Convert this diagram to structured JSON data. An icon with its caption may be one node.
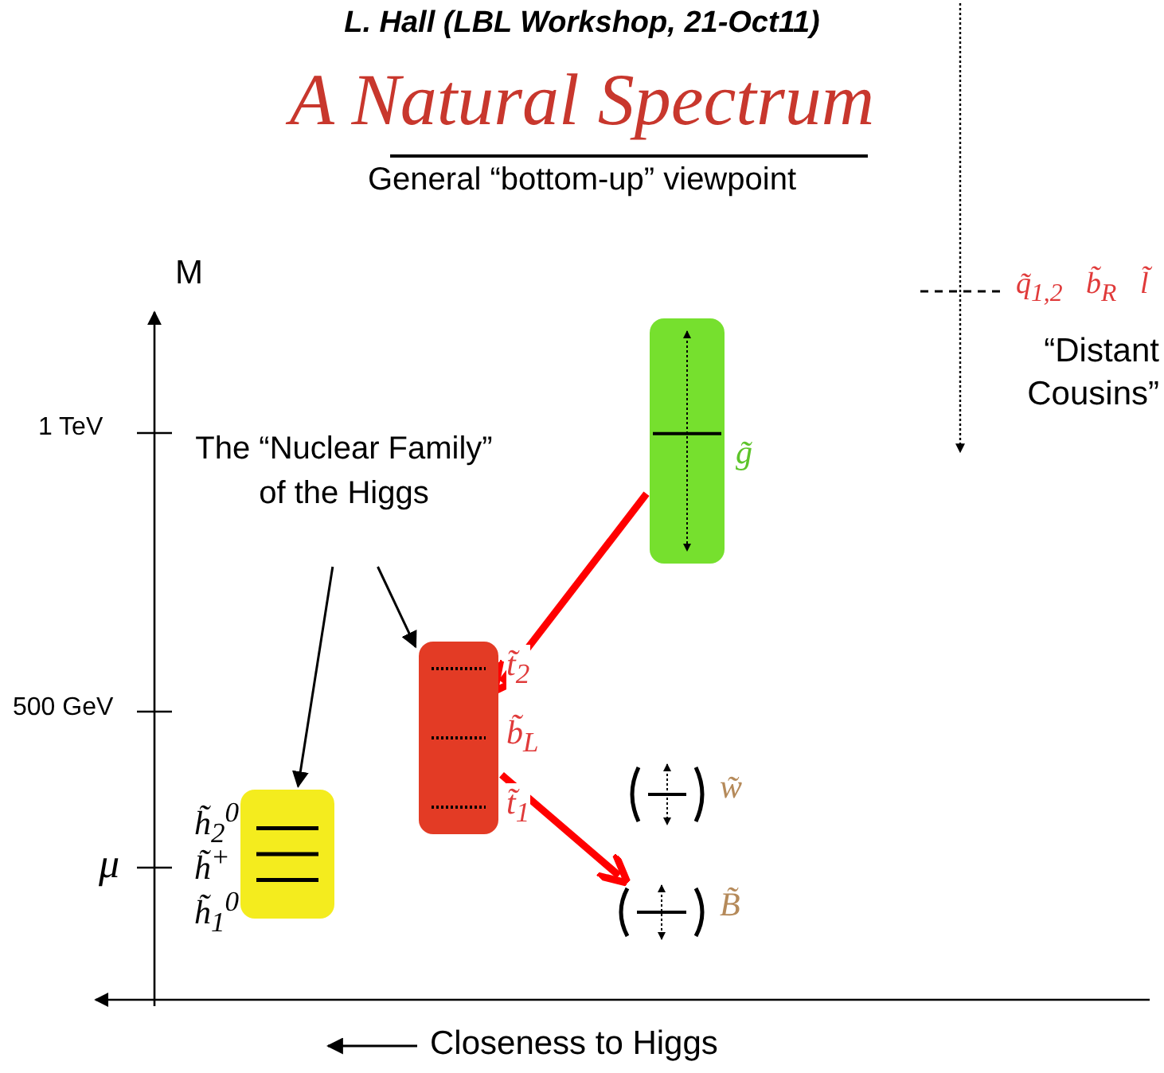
{
  "diagram": {
    "title": "A Natural Spectrum",
    "nodes": [
      {
        "text": [
          "The “Nuclear Family” of the Higgs"
        ]
      },
      {
        "text": [],
        "shape": "box",
        "beside": [
          "h̃$_{2}$$^{0}$",
          "h̃$^{+}$",
          "h̃$_{1}$$^{0}$"
        ]
      },
      {
        "text": [],
        "shape": "box",
        "beside": [
          "t̃$_{2}$",
          "b̃$_{L}$",
          "t̃$_{1}$"
        ]
      },
      {
        "text": [],
        "shape": "box",
        "beside": [
          "g̃"
        ]
      },
      {
        "text": [],
        "shape": "picture",
        "beside": [
          "w̃"
        ]
      },
      {
        "text": [],
        "shape": "picture",
        "beside": [
          "B̃"
        ]
      }
    ],
    "edges": [
      {
        "from": 0,
        "to": 1,
        "arrow": "to"
      },
      {
        "from": 0,
        "to": 2,
        "arrow": "to"
      },
      {
        "from": 3,
        "to": 2,
        "arrow": "to",
        "style": "thick",
        "color": "#ff0000"
      },
      {
        "from": 2,
        "to": 5,
        "arrow": "to",
        "style": "thick",
        "color": "#ff0000"
      }
    ],
    "labels": [
      "L. Hall (LBL Workshop, 21-Oct11)",
      "General “bottom-up” viewpoint",
      "M",
      "q̃$_{1,2}$",
      "b̃$_{R}$",
      "l̃",
      "“Distant Cousins”",
      "1 TeV",
      "500 GeV",
      "μ",
      "Closeness to Higgs"
    ]
  }
}
